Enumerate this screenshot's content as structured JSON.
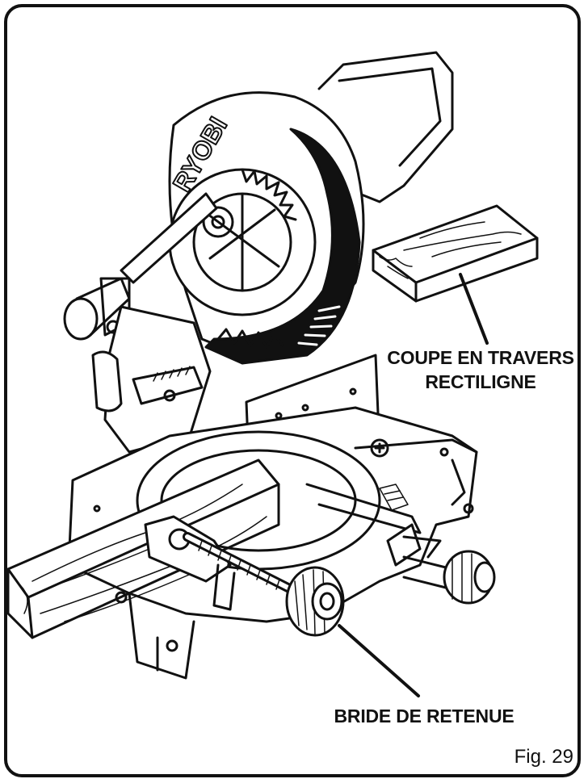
{
  "labels": {
    "crosscut_line1": "COUPE EN TRAVERS",
    "crosscut_line2": "RECTILIGNE",
    "clamp": "BRIDE DE RETENUE"
  },
  "brand": "RYOBI",
  "figure": "Fig. 29",
  "colors": {
    "ink": "#111111",
    "paper": "#ffffff"
  }
}
